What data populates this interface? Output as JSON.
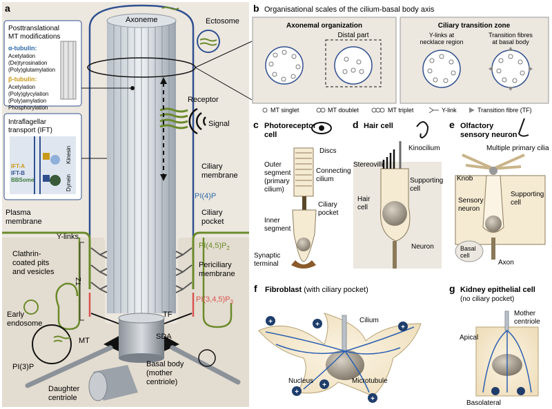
{
  "panel_letters": {
    "a": "a",
    "b": "b",
    "c": "c",
    "d": "d",
    "e": "e",
    "f": "f",
    "g": "g"
  },
  "panel_a": {
    "axoneme": "Axoneme",
    "ectosome": "Ectosome",
    "ptm_box": {
      "title_lines": [
        "Posttranslational",
        "MT modifications"
      ],
      "alpha_head": "α-tubulin:",
      "alpha_items": [
        "Acetylation",
        "(De)tyrosination",
        "(Poly)glutamylation"
      ],
      "beta_head": "β-tubulin:",
      "beta_items": [
        "Acetylation",
        "(Poly)glycylation",
        "(Poly)amylation",
        "Phosphorylation"
      ]
    },
    "ift_box": {
      "title_lines": [
        "Intraflagellar",
        "transport (IFT)"
      ],
      "kinesin": "Kinesin",
      "dynein": "Dynein",
      "ift_a": "IFT-A",
      "ift_b": "IFT-B",
      "bbsome": "BBSome"
    },
    "receptor": "Receptor",
    "signal": "Signal",
    "ciliary_membrane": [
      "Ciliary",
      "membrane"
    ],
    "pi4p": "PI(4)P",
    "ciliary_pocket": [
      "Ciliary",
      "pocket"
    ],
    "plasma_membrane": [
      "Plasma",
      "membrane"
    ],
    "ylinks": "Y-links",
    "pi45p2": "PI(4,5)P",
    "pi45p2_sub": "2",
    "clathrin": [
      "Clathrin-",
      "coated pits",
      "and vesicles"
    ],
    "tz": "TZ",
    "periciliary": [
      "Periciliary",
      "membrane"
    ],
    "pi345p3": "PI(3,4,5)P",
    "pi345p3_sub": "3",
    "early_endosome": [
      "Early",
      "endosome"
    ],
    "tf": "TF",
    "mt": "MT",
    "sda": "SDA",
    "pi3p": "PI(3)P",
    "basal_body": [
      "Basal body",
      "(mother",
      "centriole)"
    ],
    "daughter": [
      "Daughter",
      "centriole"
    ]
  },
  "panel_b": {
    "title": "Organisational scales of the cilium-basal body axis",
    "axonemal": "Axonemal organization",
    "distal": "Distal part",
    "ciliary_tz": "Ciliary transition zone",
    "ylinks_necklace": [
      "Y-links at",
      "necklace region"
    ],
    "transition_fibres": [
      "Transition fibres",
      "at basal body"
    ],
    "legend": [
      "MT singlet",
      "MT doublet",
      "MT triplet",
      "Y-link",
      "Transition fibre (TF)"
    ]
  },
  "panel_c": {
    "title": [
      "Photoreceptor",
      "cell"
    ],
    "discs": "Discs",
    "connecting": [
      "Connecting",
      "cilium"
    ],
    "outer": [
      "Outer",
      "segment",
      "(primary",
      "cilium)"
    ],
    "ciliary_pocket": [
      "Ciliary",
      "pocket"
    ],
    "inner": [
      "Inner",
      "segment"
    ],
    "synaptic": [
      "Synaptic",
      "terminal"
    ]
  },
  "panel_d": {
    "title": "Hair cell",
    "kinocilium": "Kinocilium",
    "stereovilli": "Stereovilli",
    "supporting": [
      "Supporting",
      "cell"
    ],
    "hair_cell": [
      "Hair",
      "cell"
    ],
    "neuron": "Neuron"
  },
  "panel_e": {
    "title": [
      "Olfactory",
      "sensory neuron"
    ],
    "multiple": "Multiple primary cilia",
    "knob": "Knob",
    "sensory": [
      "Sensory",
      "neuron"
    ],
    "supporting": [
      "Supporting",
      "cell"
    ],
    "basal": [
      "Basal",
      "cell"
    ],
    "axon": "Axon"
  },
  "panel_f": {
    "title_bold": "Fibroblast",
    "title_rest": " (with ciliary pocket)",
    "cilium": "Cilium",
    "nucleus": "Nucleus",
    "microtubule": "Microtubule"
  },
  "panel_g": {
    "title_bold": "Kidney epithelial cell",
    "title_rest": "(no ciliary pocket)",
    "mother": [
      "Mother",
      "centriole"
    ],
    "apical": "Apical",
    "basolateral": "Basolateral"
  },
  "colors": {
    "panel_bg": "#ece7df",
    "membrane_green": "#6a8a2a",
    "ciliary_blue": "#2f4f8f",
    "pi4p_blue": "#2d6aa8",
    "pi345_red": "#d9534f",
    "ift_gold": "#c99a1a",
    "bbsome_green": "#3a7a3a",
    "cell_cream": "#f5ead2",
    "mt_blue": "#2b5fb0",
    "plus_navy": "#1e3d6b"
  }
}
